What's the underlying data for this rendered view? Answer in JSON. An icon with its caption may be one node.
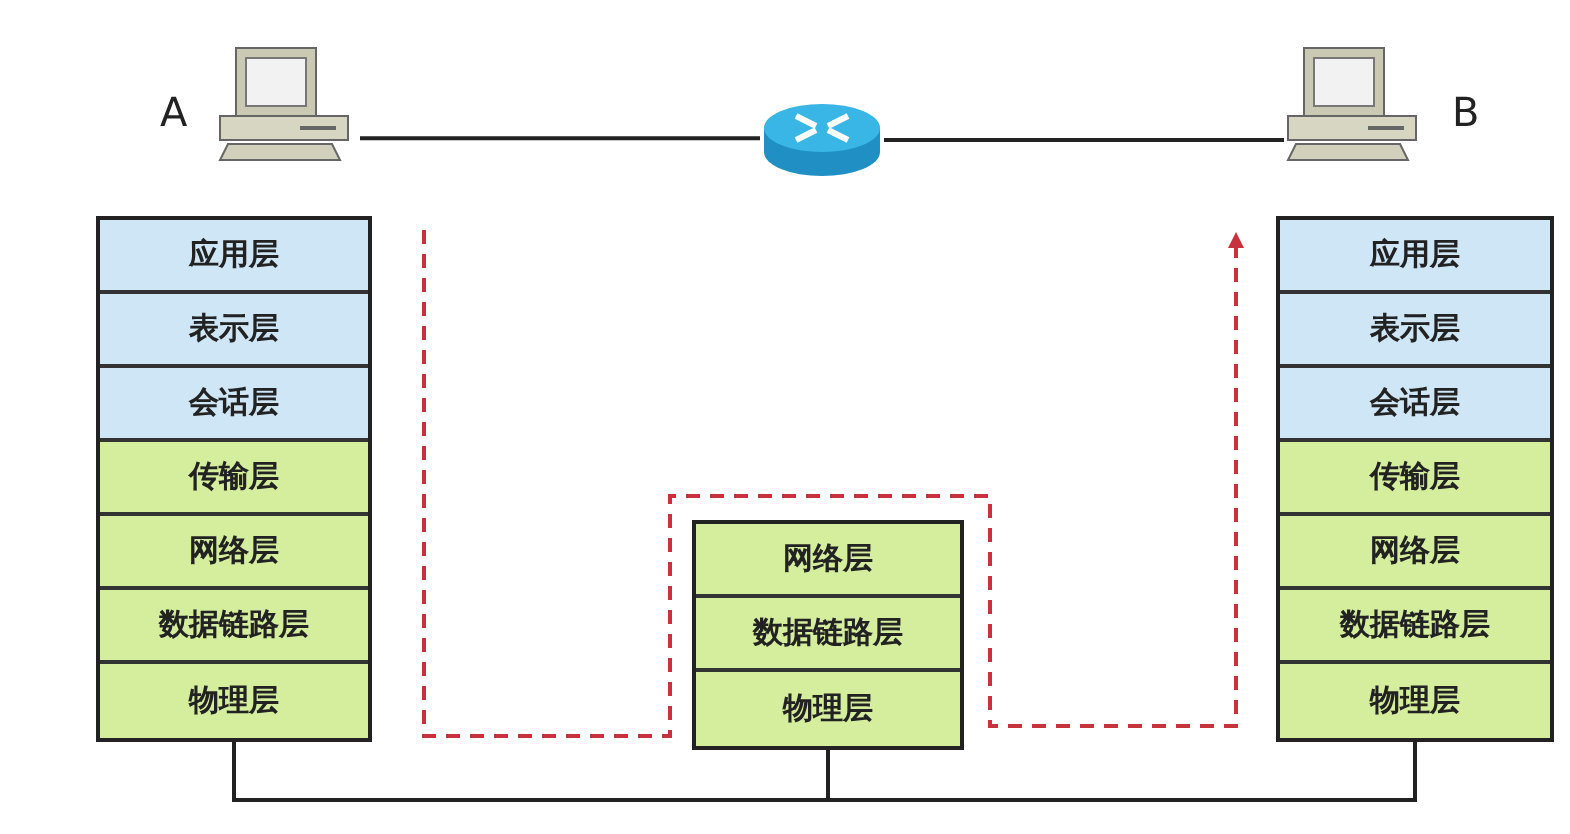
{
  "diagram": {
    "nodes": [
      {
        "text": [],
        "shape": "computer",
        "beside": [
          "A"
        ]
      },
      {
        "text": [],
        "shape": "router"
      },
      {
        "text": [],
        "shape": "computer",
        "beside": [
          "B"
        ]
      },
      {
        "text": [],
        "shape": "box"
      },
      {
        "text": [
          "应用层"
        ],
        "in": 3
      },
      {
        "text": [
          "表示层"
        ],
        "in": 3
      },
      {
        "text": [
          "会话层"
        ],
        "in": 3
      },
      {
        "text": [
          "传输层"
        ],
        "in": 3
      },
      {
        "text": [
          "网络层"
        ],
        "in": 3
      },
      {
        "text": [
          "数据链路层"
        ],
        "in": 3
      },
      {
        "text": [
          "物理层"
        ],
        "in": 3
      },
      {
        "text": [],
        "shape": "box"
      },
      {
        "text": [
          "网络层"
        ],
        "in": 11
      },
      {
        "text": [
          "数据链路层"
        ],
        "in": 11
      },
      {
        "text": [
          "物理层"
        ],
        "in": 11
      },
      {
        "text": [],
        "shape": "box"
      },
      {
        "text": [
          "应用层"
        ],
        "in": 15
      },
      {
        "text": [
          "表示层"
        ],
        "in": 15
      },
      {
        "text": [
          "会话层"
        ],
        "in": 15
      },
      {
        "text": [
          "传输层"
        ],
        "in": 15
      },
      {
        "text": [
          "网络层"
        ],
        "in": 15
      },
      {
        "text": [
          "数据链路层"
        ],
        "in": 15
      },
      {
        "text": [
          "物理层"
        ],
        "in": 15
      }
    ],
    "edges": [
      {
        "from": 0,
        "to": 1,
        "arrow": "none"
      },
      {
        "from": 1,
        "to": 2,
        "arrow": "none"
      },
      {
        "from": 3,
        "to": 11,
        "arrow": "none"
      },
      {
        "from": 11,
        "to": 15,
        "arrow": "none"
      },
      {
        "from": 3,
        "to": 15,
        "arrow": "to",
        "style": "dashed",
        "color": "#c8323c"
      }
    ]
  }
}
